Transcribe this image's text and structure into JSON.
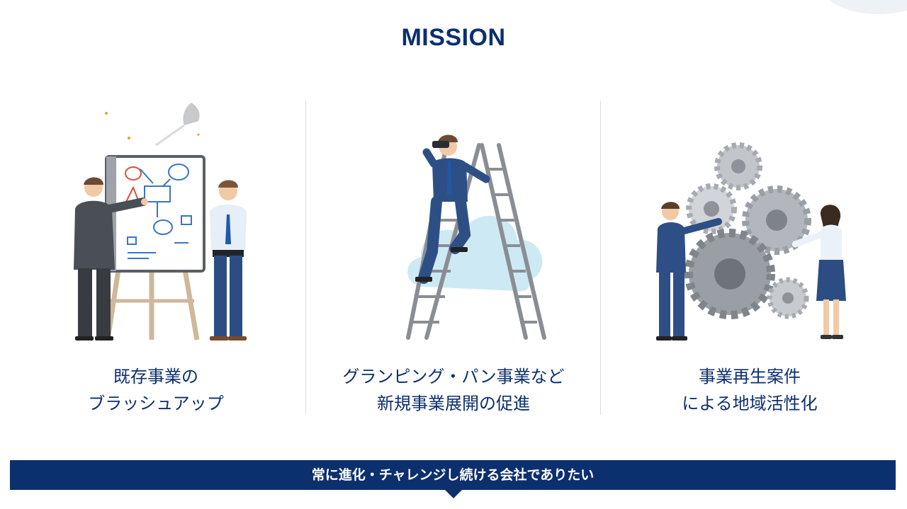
{
  "page": {
    "title": "MISSION"
  },
  "missions": [
    {
      "line1": "既存事業の",
      "line2": "ブラッシュアップ"
    },
    {
      "line1": "グランピング・パン事業など",
      "line2": "新規事業展開の促進"
    },
    {
      "line1": "事業再生案件",
      "line2": "による地域活性化"
    }
  ],
  "banner": {
    "text": "常に進化・チャレンジし続ける会社でありたい"
  },
  "colors": {
    "navy": "#0c2f6e",
    "divider": "#dadde3"
  }
}
